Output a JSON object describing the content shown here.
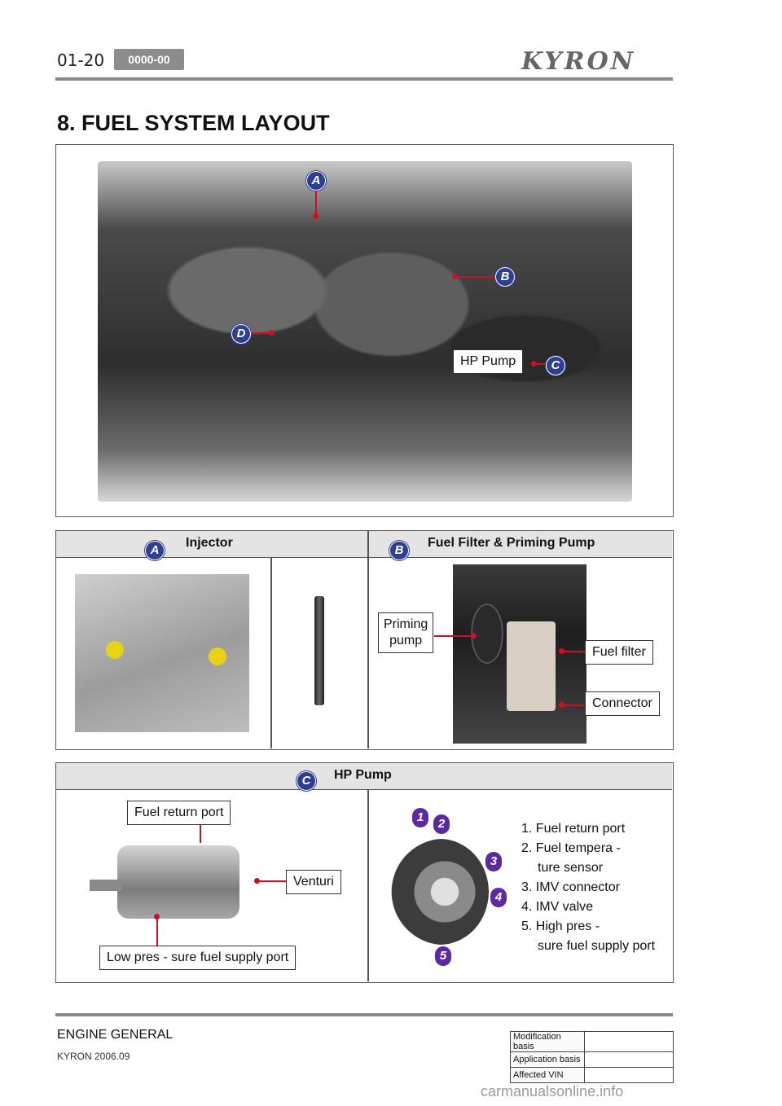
{
  "header": {
    "page_number": "01-20",
    "code": "0000-00",
    "brand": "KYRON"
  },
  "section_title": "8. FUEL SYSTEM LAYOUT",
  "engine_figure": {
    "markers": [
      "A",
      "B",
      "C",
      "D"
    ],
    "callout": "HP Pump"
  },
  "panel_injector": {
    "marker": "A",
    "title": "Injector"
  },
  "panel_filter": {
    "marker": "B",
    "title": "Fuel Filter & Priming Pump",
    "labels": {
      "priming_1": "Priming",
      "priming_2": "pump",
      "fuel_filter": "Fuel filter",
      "connector": "Connector"
    }
  },
  "panel_pump": {
    "marker": "C",
    "title": "HP Pump",
    "labels": {
      "fuel_return": "Fuel return port",
      "venturi": "Venturi",
      "low_pres": "Low pres - sure fuel supply port"
    },
    "numbers": [
      "1",
      "2",
      "3",
      "4",
      "5"
    ],
    "list": [
      "1. Fuel return port",
      "2. Fuel tempera -",
      "ture sensor",
      "3. IMV connector",
      "4. IMV valve",
      "5. High pres -",
      "sure fuel supply port"
    ]
  },
  "footer": {
    "section": "ENGINE GENERAL",
    "model": "KYRON 2006.09",
    "meta_rows": [
      {
        "label": "Modification basis",
        "value": ""
      },
      {
        "label": "Application basis",
        "value": ""
      },
      {
        "label": "Affected VIN",
        "value": ""
      }
    ]
  },
  "watermark": "carmanualsonline.info"
}
